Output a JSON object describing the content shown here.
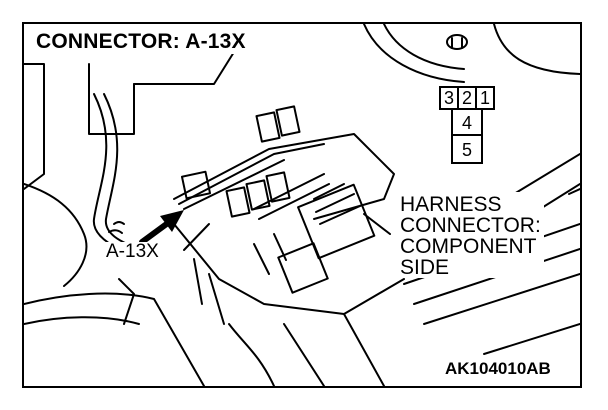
{
  "title": "CONNECTOR: A-13X",
  "connector_callout": "A-13X",
  "harness_label": [
    "HARNESS",
    "CONNECTOR:",
    "COMPONENT",
    "SIDE"
  ],
  "figure_code": "AK104010AB",
  "pins": {
    "p3": "3",
    "p2": "2",
    "p1": "1",
    "p4": "4",
    "p5": "5"
  },
  "colors": {
    "line": "#000000",
    "background": "#ffffff"
  }
}
